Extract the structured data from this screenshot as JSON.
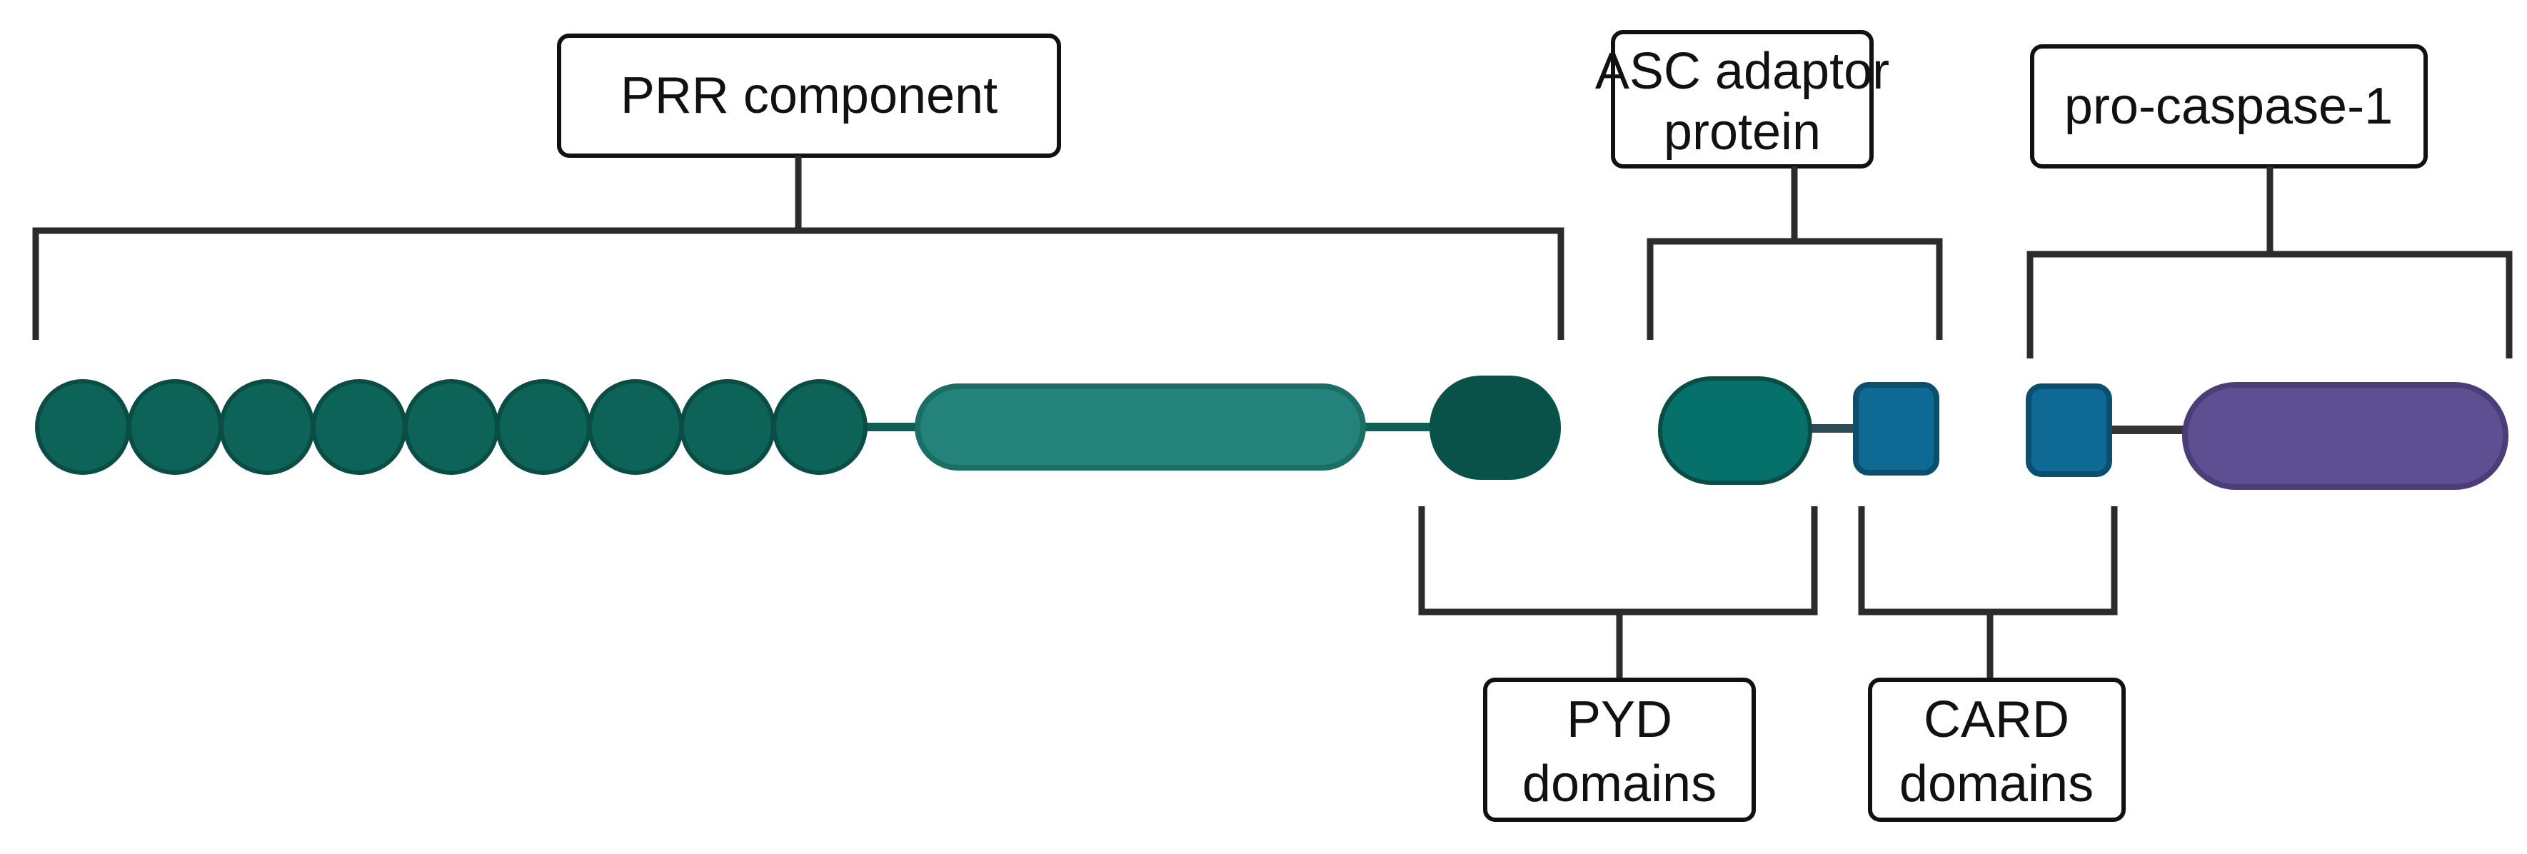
{
  "labels": {
    "prr_component": "PRR component",
    "asc_line1": "ASC adaptor",
    "asc_line2": "protein",
    "pro_caspase": "pro-caspase-1",
    "pyd_line1": "PYD",
    "pyd_line2": "domains",
    "card_line1": "CARD",
    "card_line2": "domains"
  },
  "colors": {
    "lrr_bead": "#0e6358",
    "lrr_bead_border": "#0a4d44",
    "nacht_domain": "#23837a",
    "nacht_border": "#1b6e66",
    "prr_pyd": "#08524a",
    "asc_pyd": "#06706a",
    "card": "#0e6a94",
    "card_border": "#0b4f6e",
    "caspase_domain": "#5e4e92",
    "caspase_border": "#4a3d78",
    "linker": "#0e5f56",
    "bracket": "#2b2b2b"
  }
}
